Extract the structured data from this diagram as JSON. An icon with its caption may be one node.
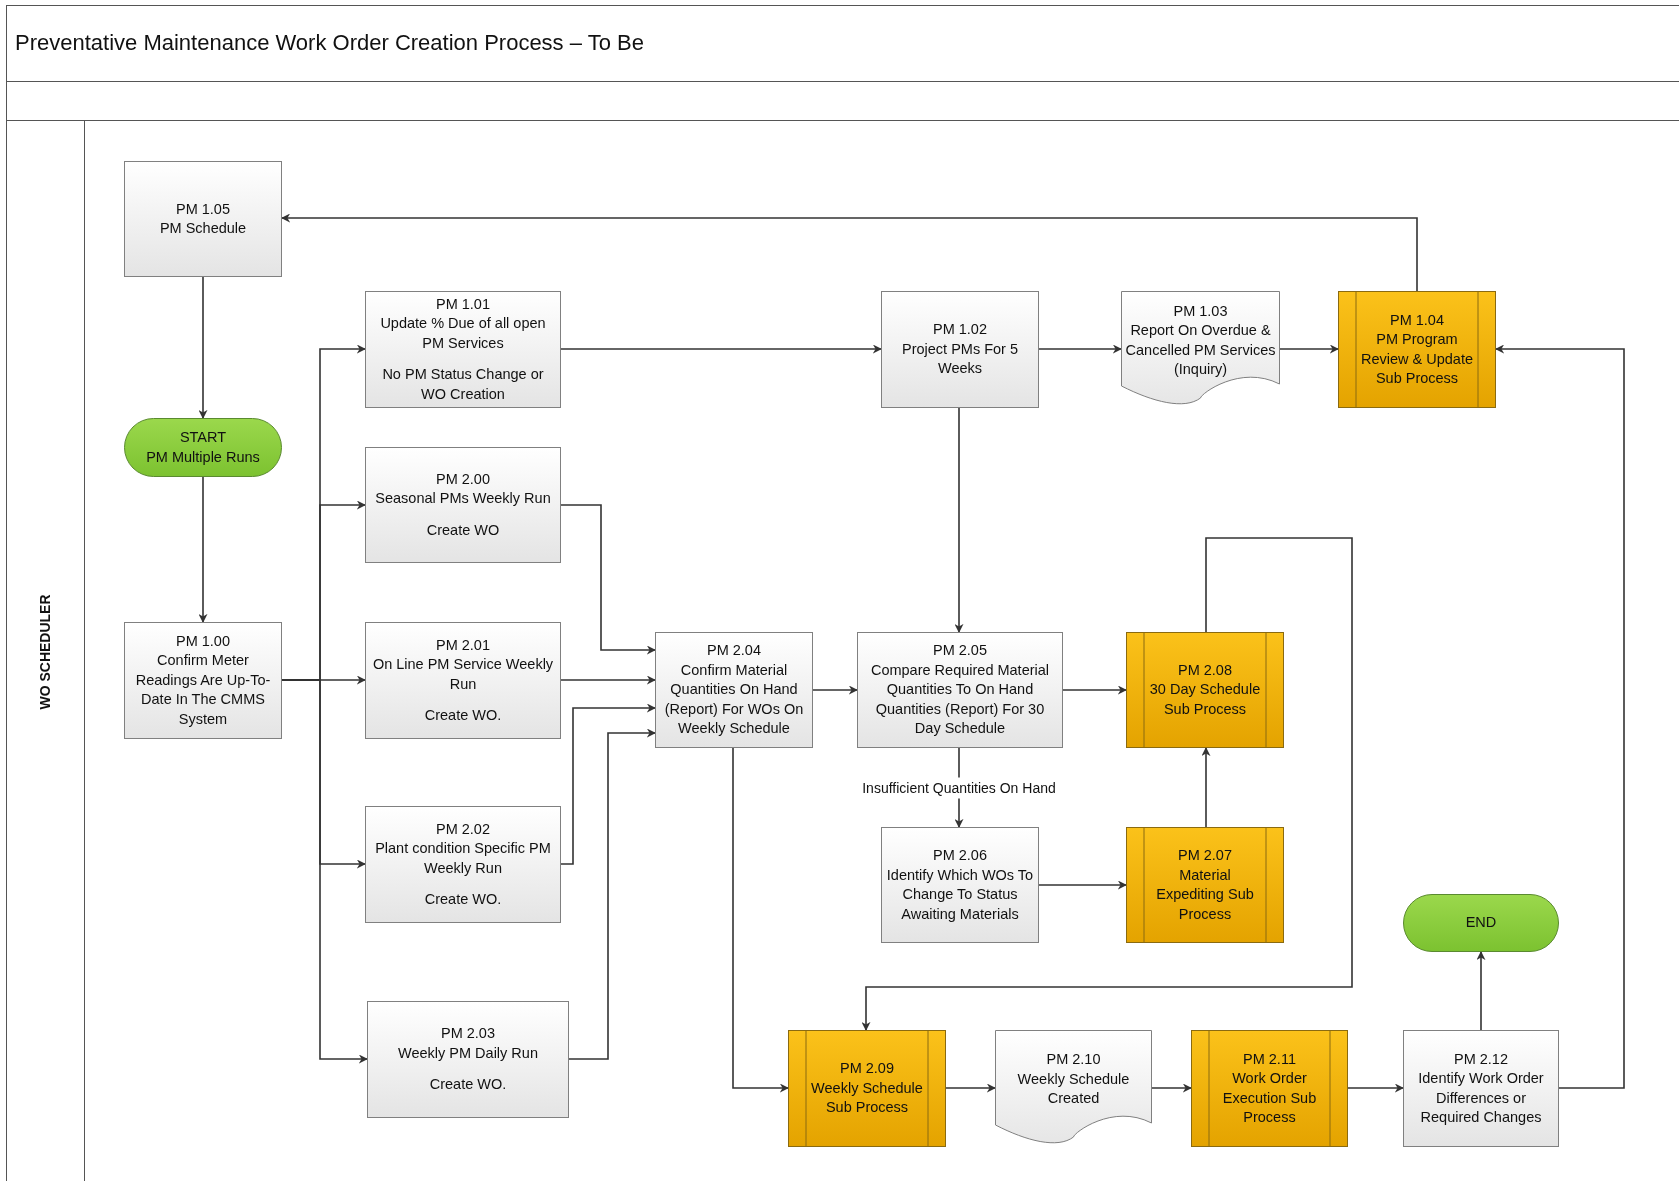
{
  "diagram": {
    "title": "Preventative Maintenance Work Order Creation Process  – To Be",
    "nodes": [
      {
        "text": [
          "PM 1.05",
          "PM Schedule"
        ]
      },
      {
        "text": [
          "START",
          "PM Multiple Runs"
        ]
      },
      {
        "text": [
          "PM 1.00",
          "Confirm Meter Readings Are Up-To-Date In The CMMS System"
        ]
      },
      {
        "text": [
          "PM 1.01",
          "Update % Due of all open PM Services",
          "No PM Status Change or WO Creation"
        ]
      },
      {
        "text": [
          "PM 2.00",
          "Seasonal PMs Weekly Run",
          "Create WO"
        ]
      },
      {
        "text": [
          "PM 2.01",
          "On Line PM Service Weekly Run",
          "Create WO."
        ]
      },
      {
        "text": [
          "PM 2.02",
          "Plant condition Specific PM Weekly Run",
          "Create WO."
        ]
      },
      {
        "text": [
          "PM 2.03",
          "Weekly PM Daily Run",
          "Create WO."
        ]
      },
      {
        "text": [
          "PM 1.02",
          "Project PMs For 5 Weeks"
        ]
      },
      {
        "text": [
          "PM 1.03",
          "Report On Overdue & Cancelled PM Services (Inquiry)"
        ]
      },
      {
        "text": [
          "PM 1.04",
          "PM Program Review & Update Sub Process"
        ]
      },
      {
        "text": [
          "PM 2.04",
          "Confirm Material Quantities On Hand (Report) For WOs On Weekly Schedule"
        ]
      },
      {
        "text": [
          "PM 2.05",
          "Compare Required Material Quantities To On Hand Quantities (Report) For 30 Day Schedule"
        ]
      },
      {
        "text": [
          "PM 2.08",
          "30 Day Schedule Sub Process"
        ]
      },
      {
        "text": [
          "PM 2.06",
          "Identify Which WOs To Change To Status Awaiting Materials"
        ]
      },
      {
        "text": [
          "PM 2.07",
          "Material Expediting Sub Process"
        ]
      },
      {
        "text": [
          "END"
        ]
      },
      {
        "text": [
          "PM 2.09",
          "Weekly Schedule Sub Process"
        ]
      },
      {
        "text": [
          "PM 2.10",
          "Weekly Schedule Created"
        ]
      },
      {
        "text": [
          "PM 2.11",
          "Work Order Execution Sub Process"
        ]
      },
      {
        "text": [
          "PM 2.12",
          "Identify Work Order Differences or Required Changes"
        ]
      }
    ],
    "edges": [
      {
        "from": 10,
        "to": 0,
        "arrow": "to"
      },
      {
        "from": 0,
        "to": 1,
        "arrow": "to"
      },
      {
        "from": 1,
        "to": 2,
        "arrow": "to"
      },
      {
        "from": 2,
        "to": 3,
        "arrow": "to"
      },
      {
        "from": 2,
        "to": 4,
        "arrow": "to"
      },
      {
        "from": 2,
        "to": 5,
        "arrow": "to"
      },
      {
        "from": 2,
        "to": 6,
        "arrow": "to"
      },
      {
        "from": 2,
        "to": 7,
        "arrow": "to"
      },
      {
        "from": 3,
        "to": 8,
        "arrow": "to"
      },
      {
        "from": 8,
        "to": 9,
        "arrow": "to"
      },
      {
        "from": 9,
        "to": 10,
        "arrow": "to"
      },
      {
        "from": 8,
        "to": 12,
        "arrow": "to"
      },
      {
        "from": 4,
        "to": 11,
        "arrow": "to"
      },
      {
        "from": 5,
        "to": 11,
        "arrow": "to"
      },
      {
        "from": 6,
        "to": 11,
        "arrow": "to"
      },
      {
        "from": 7,
        "to": 11,
        "arrow": "to"
      },
      {
        "from": 11,
        "to": 12,
        "arrow": "to"
      },
      {
        "from": 12,
        "to": 13,
        "arrow": "to"
      },
      {
        "from": 12,
        "to": 14,
        "arrow": "to",
        "label": "Insufficient Quantities On Hand"
      },
      {
        "from": 14,
        "to": 15,
        "arrow": "to"
      },
      {
        "from": 15,
        "to": 13,
        "arrow": "to"
      },
      {
        "from": 13,
        "to": 17,
        "arrow": "to"
      },
      {
        "from": 11,
        "to": 17,
        "arrow": "to"
      },
      {
        "from": 17,
        "to": 18,
        "arrow": "to"
      },
      {
        "from": 18,
        "to": 19,
        "arrow": "to"
      },
      {
        "from": 19,
        "to": 20,
        "arrow": "to"
      },
      {
        "from": 20,
        "to": 16,
        "arrow": "to"
      },
      {
        "from": 20,
        "to": 10,
        "arrow": "to"
      }
    ],
    "labels": [
      "WO SCHEDULER"
    ]
  }
}
